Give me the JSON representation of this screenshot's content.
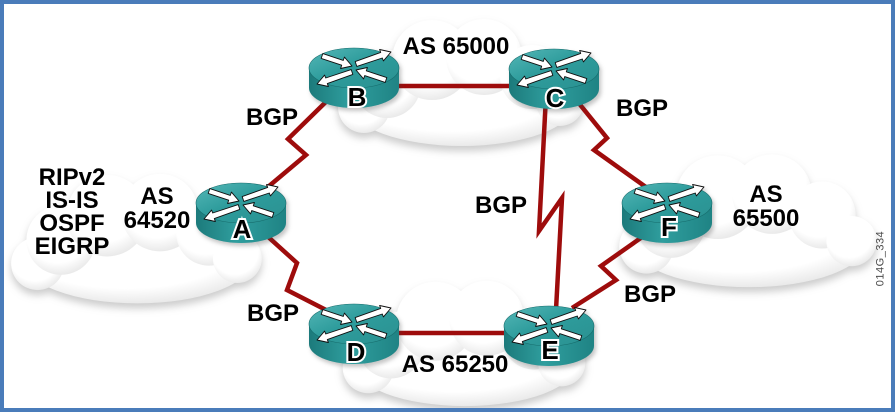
{
  "watermark": "014G_334",
  "clouds": [
    {
      "name": "as-64520-cloud",
      "as_label_lines": [
        "AS",
        "64520"
      ],
      "igp_protocols": [
        "RIPv2",
        "IS-IS",
        "OSPF",
        "EIGRP"
      ]
    },
    {
      "name": "as-65000-cloud",
      "as_label": "AS 65000"
    },
    {
      "name": "as-65250-cloud",
      "as_label": "AS 65250"
    },
    {
      "name": "as-65500-cloud",
      "as_label_lines": [
        "AS",
        "65500"
      ]
    }
  ],
  "routers": [
    {
      "id": "A"
    },
    {
      "id": "B"
    },
    {
      "id": "C"
    },
    {
      "id": "D"
    },
    {
      "id": "E"
    },
    {
      "id": "F"
    }
  ],
  "links": [
    {
      "from": "A",
      "to": "B",
      "protocol": "BGP",
      "style": "zigzag"
    },
    {
      "from": "A",
      "to": "D",
      "protocol": "BGP",
      "style": "zigzag"
    },
    {
      "from": "B",
      "to": "C",
      "style": "straight"
    },
    {
      "from": "C",
      "to": "E",
      "protocol": "BGP",
      "style": "zigzag"
    },
    {
      "from": "C",
      "to": "F",
      "protocol": "BGP",
      "style": "zigzag"
    },
    {
      "from": "D",
      "to": "E",
      "style": "straight"
    },
    {
      "from": "E",
      "to": "F",
      "protocol": "BGP",
      "style": "zigzag"
    }
  ],
  "colors": {
    "frame_border": "#4a7cba",
    "link_red": "#9e0c0c",
    "router_teal": "#2e9c9c",
    "background": "#ffffff"
  }
}
